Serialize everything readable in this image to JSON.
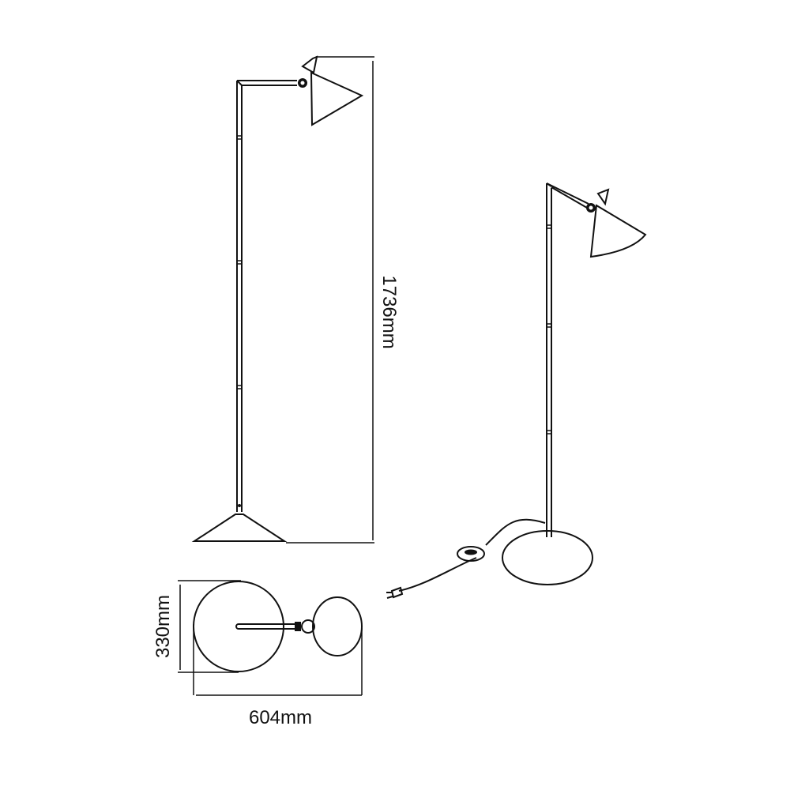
{
  "dimensions": {
    "height": "1736mm",
    "depth": "330mm",
    "width": "604mm"
  },
  "colors": {
    "line": "#111111",
    "background": "#ffffff"
  }
}
